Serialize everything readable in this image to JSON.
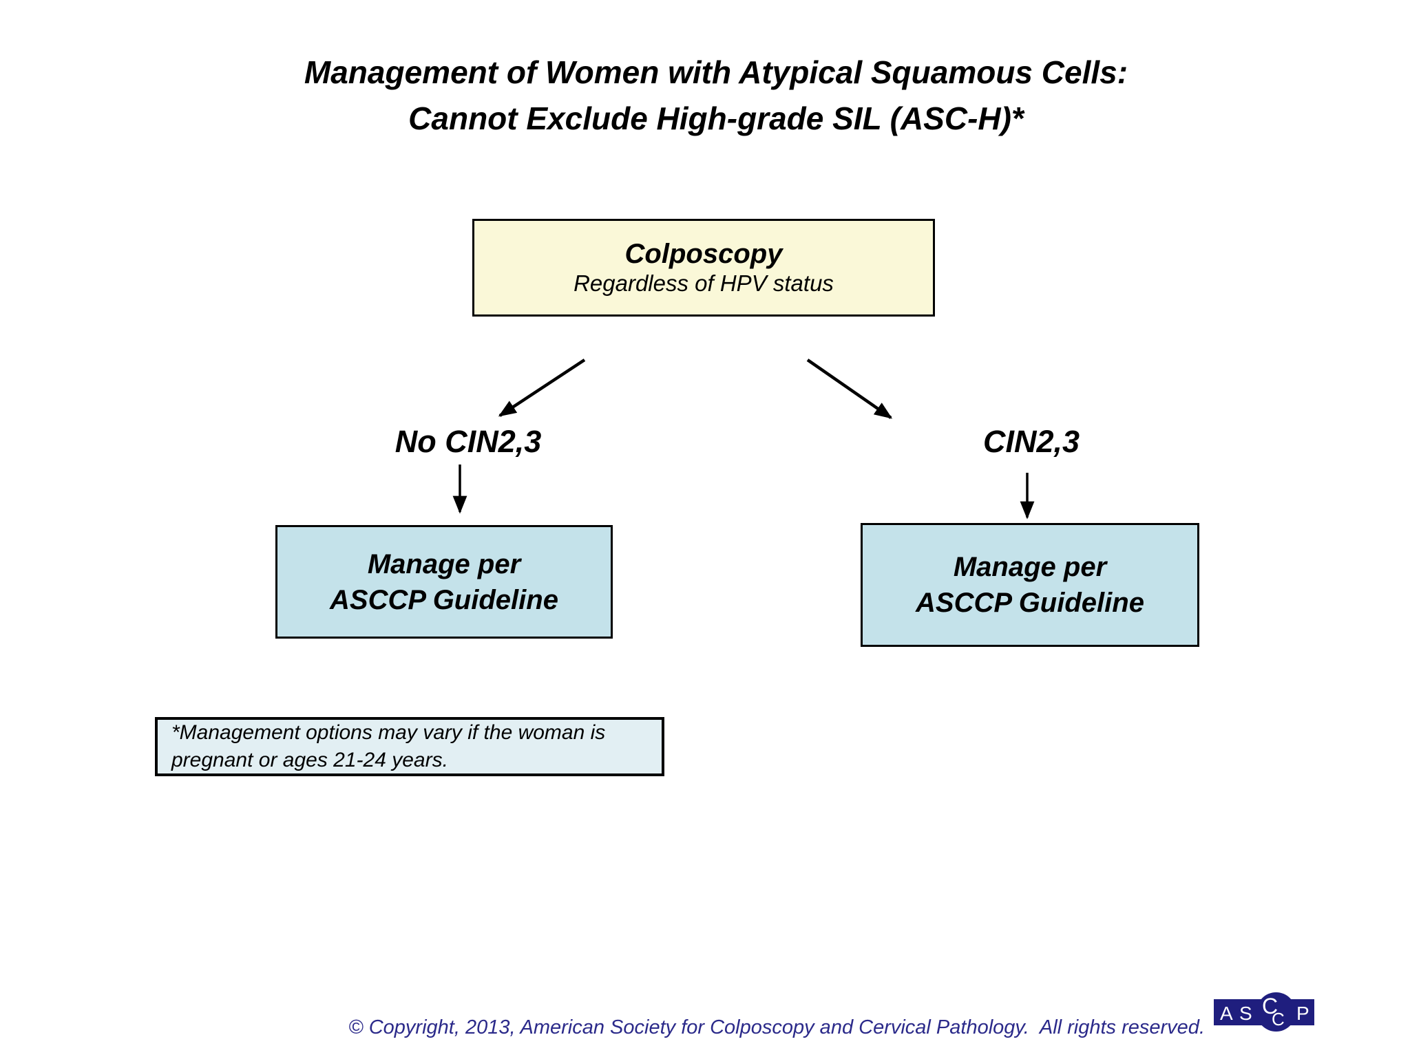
{
  "page": {
    "background": "#ffffff"
  },
  "title": {
    "line1": "Management of Women with Atypical Squamous Cells:",
    "line2": "Cannot Exclude High-grade SIL (ASC-H)*"
  },
  "flowchart": {
    "colposcopy_box": {
      "heading": "Colposcopy",
      "subheading": "Regardless of HPV status",
      "fill": "#FAF8D8",
      "border": "#000000"
    },
    "branches": {
      "left": {
        "label": "No CIN2,3",
        "box_line1": "Manage per",
        "box_line2": "ASCCP Guideline"
      },
      "right": {
        "label": "CIN2,3",
        "box_line1": "Manage per",
        "box_line2": "ASCCP Guideline"
      }
    },
    "result_box": {
      "fill": "#C4E2EA",
      "border": "#000000"
    },
    "arrow_color": "#000000"
  },
  "footnote": {
    "line1": "*Management options may vary if the woman is",
    "line2": "pregnant or ages 21-24 years.",
    "fill": "#E2EFF3",
    "border": "#000000"
  },
  "footer": {
    "copyright": "© Copyright, 2013, American Society for Colposcopy and Cervical Pathology.  All rights reserved.",
    "text_color": "#2B2A8A",
    "logo": {
      "name": "ASCCP",
      "fill": "#1F1E7E",
      "letters": [
        "A",
        "S",
        "C",
        "C",
        "P"
      ]
    }
  }
}
